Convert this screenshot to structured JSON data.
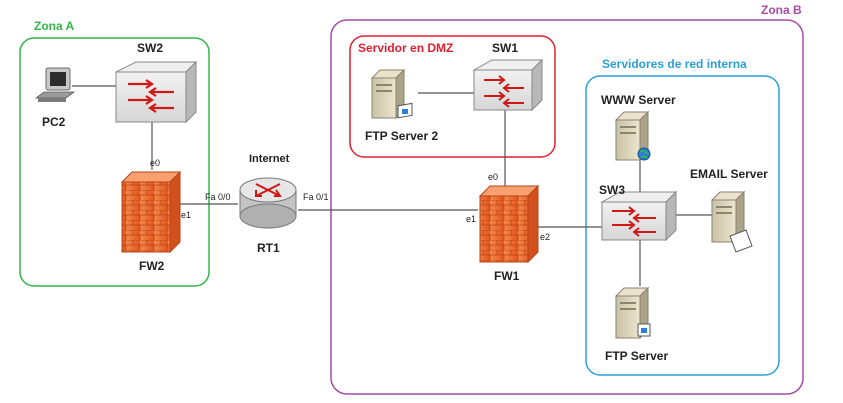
{
  "colors": {
    "zone_a": "#33b54a",
    "zone_b": "#a64ca6",
    "dmz": "#e0202e",
    "internal": "#2a9fd8",
    "link": "#555555",
    "firewall": "#f26b2d",
    "switch_body": "#d8d8d8",
    "arrow": "#d01818"
  },
  "zones": {
    "zone_a": "Zona A",
    "zone_b": "Zona B",
    "dmz": "Servidor en DMZ",
    "internal": "Servidores de red interna"
  },
  "devices": {
    "sw2": "SW2",
    "pc2": "PC2",
    "fw2": "FW2",
    "internet": "Internet",
    "rt1": "RT1",
    "sw1": "SW1",
    "ftp_server2": "FTP Server 2",
    "fw1": "FW1",
    "www_server": "WWW Server",
    "sw3": "SW3",
    "email_server": "EMAIL Server",
    "ftp_server": "FTP Server"
  },
  "interfaces": {
    "fw2_e0": "e0",
    "fw2_e1": "e1",
    "rt1_fa00": "Fa 0/0",
    "rt1_fa01": "Fa 0/1",
    "fw1_e0": "e0",
    "fw1_e1": "e1",
    "fw1_e2": "e2"
  }
}
